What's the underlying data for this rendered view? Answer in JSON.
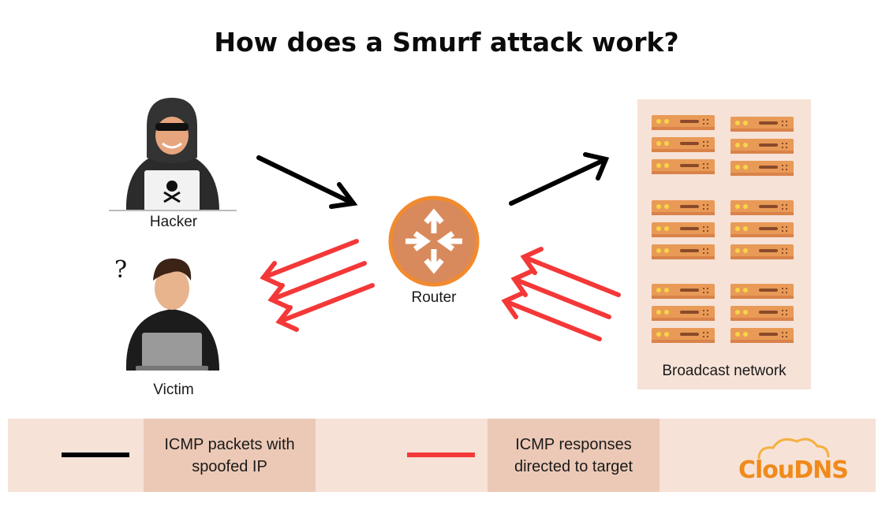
{
  "title": "How does a Smurf attack work?",
  "nodes": {
    "hacker": "Hacker",
    "victim": "Victim",
    "router": "Router",
    "broadcast": "Broadcast network",
    "victim_mark": "?"
  },
  "legend": {
    "black_text": "ICMP packets with spoofed IP",
    "red_text": "ICMP responses directed to target"
  },
  "logo": "ClouDNS",
  "colors": {
    "request_arrow": "#000000",
    "response_arrow": "#f43838",
    "router": "#d88a5c",
    "router_ring": "#f28a2e",
    "server": "#e89a56",
    "legend_bg": "#f6e2d7",
    "legend_box": "#ecc9b6",
    "logo": "#f08a1a"
  }
}
